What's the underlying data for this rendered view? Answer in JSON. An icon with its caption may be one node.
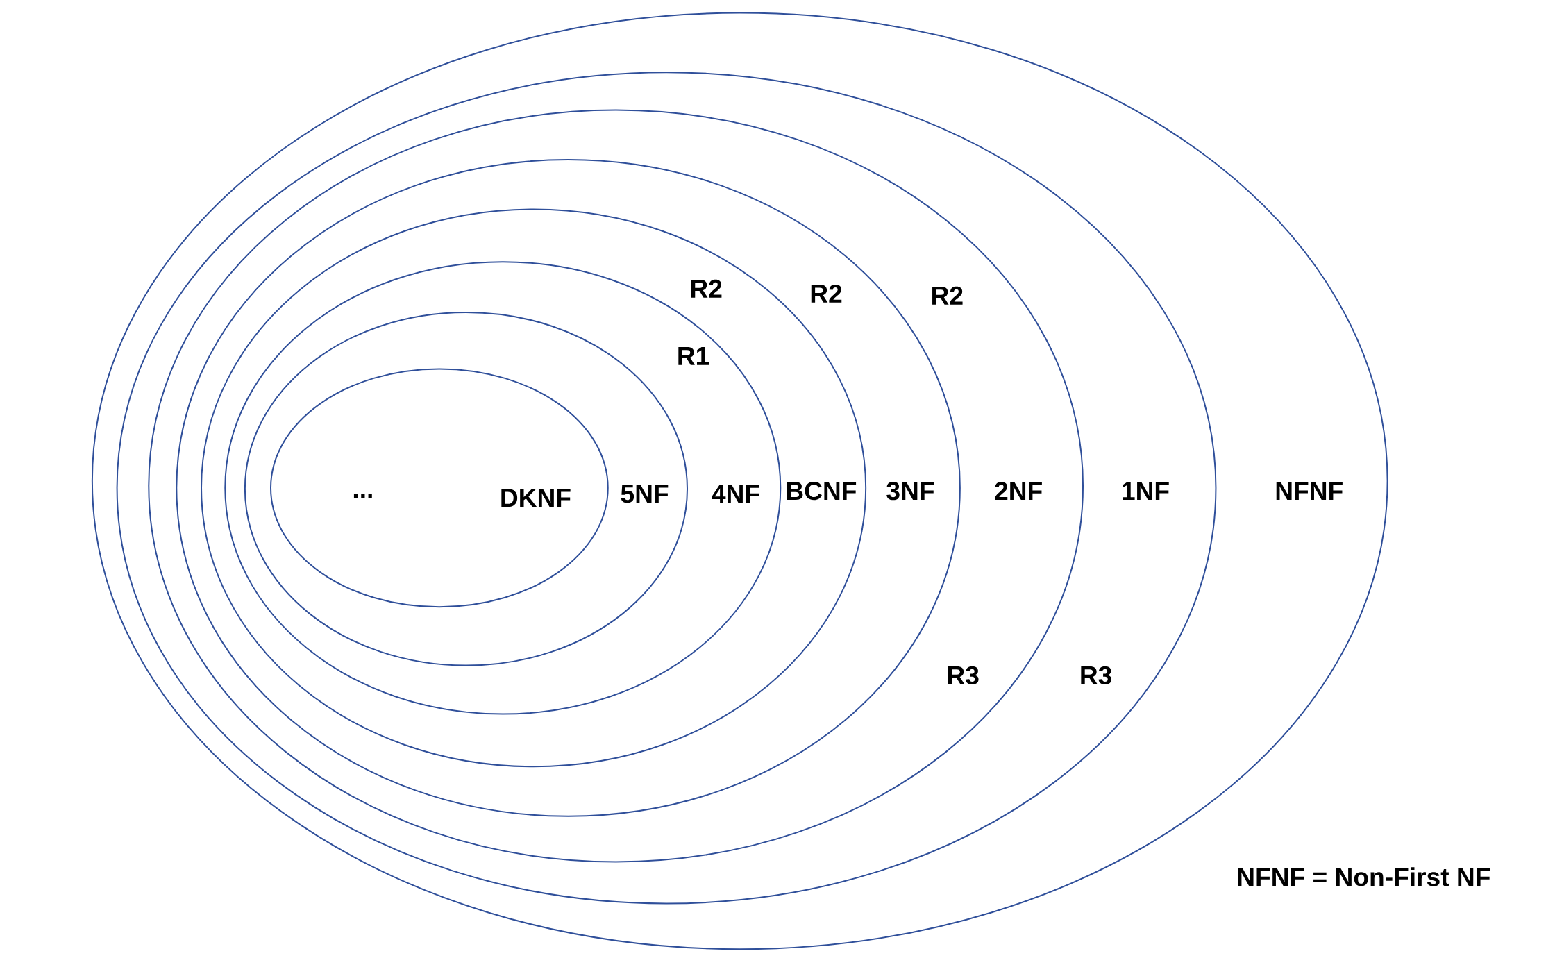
{
  "diagram": {
    "nodes": [
      {
        "text": [
          "NFNF"
        ]
      },
      {
        "text": [
          "1NF"
        ],
        "in": 0
      },
      {
        "text": [
          "2NF"
        ],
        "in": 1
      },
      {
        "text": [
          "3NF"
        ],
        "in": 2
      },
      {
        "text": [
          "BCNF"
        ],
        "in": 3
      },
      {
        "text": [
          "4NF"
        ],
        "in": 4
      },
      {
        "text": [
          "5NF"
        ],
        "in": 5
      },
      {
        "text": [
          "...",
          "DKNF"
        ],
        "in": 6
      }
    ],
    "labels": [
      "R2",
      "R2",
      "R2",
      "R1",
      "R3",
      "R3",
      "NFNF = Non-First NF"
    ]
  }
}
